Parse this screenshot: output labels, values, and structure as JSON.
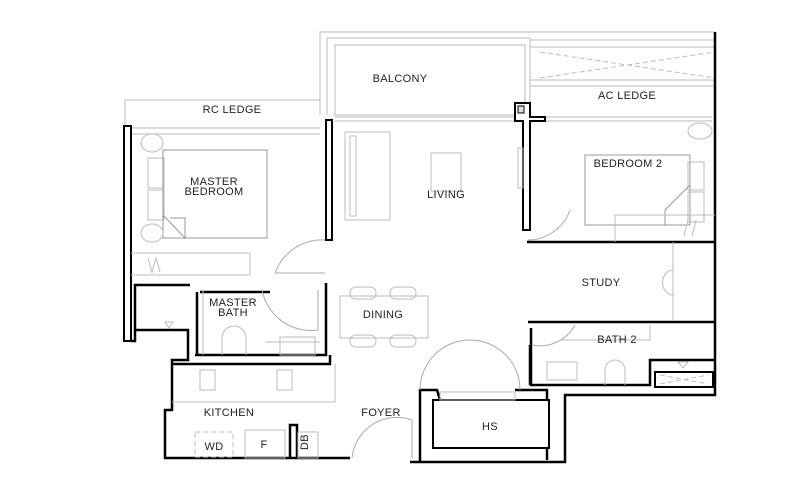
{
  "rooms": {
    "balcony": "BALCONY",
    "ac_ledge": "AC LEDGE",
    "rc_ledge": "RC LEDGE",
    "master_bedroom_line1": "MASTER",
    "master_bedroom_line2": "BEDROOM",
    "living": "LIVING",
    "bedroom2": "BEDROOM 2",
    "study": "STUDY",
    "master_bath_line1": "MASTER",
    "master_bath_line2": "BATH",
    "dining": "DINING",
    "bath2": "BATH 2",
    "kitchen": "KITCHEN",
    "foyer": "FOYER",
    "hs": "HS",
    "wd": "WD",
    "fridge": "F",
    "db": "DB"
  }
}
